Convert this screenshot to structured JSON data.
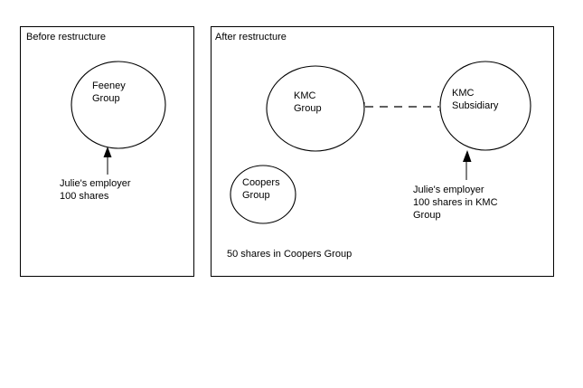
{
  "document": {
    "title": "Company restructure diagram",
    "background_color": "#ffffff",
    "line_color": "#000000",
    "text_color": "#000000"
  },
  "panels": [
    {
      "id": "before",
      "title": "Before restructure",
      "nodes": [
        {
          "id": "feeney-group",
          "shape": "ellipse",
          "label_lines": [
            "Feeney",
            "Group"
          ]
        }
      ],
      "annotations": [
        {
          "id": "julie-employer-before",
          "lines": [
            "Julie's employer",
            "100 shares"
          ],
          "points_to": "feeney-group",
          "connector": "arrow"
        }
      ]
    },
    {
      "id": "after",
      "title": "After restructure",
      "nodes": [
        {
          "id": "kmc-group",
          "shape": "ellipse",
          "label_lines": [
            "KMC",
            "Group"
          ]
        },
        {
          "id": "kmc-subsidiary",
          "shape": "ellipse",
          "label_lines": [
            "KMC",
            "Subsidiary"
          ]
        },
        {
          "id": "coopers-group",
          "shape": "ellipse",
          "label_lines": [
            "Coopers",
            "Group"
          ]
        }
      ],
      "links": [
        {
          "id": "kmc-group-to-subsidiary",
          "from": "kmc-group",
          "to": "kmc-subsidiary",
          "style": "dashed"
        }
      ],
      "annotations": [
        {
          "id": "julie-employer-after",
          "lines": [
            "Julie's employer",
            "100 shares in KMC",
            "Group"
          ],
          "points_to": "kmc-subsidiary",
          "connector": "arrow"
        },
        {
          "id": "coopers-shares-note",
          "lines": [
            "50 shares in Coopers Group"
          ],
          "points_to": null,
          "connector": "none"
        }
      ]
    }
  ],
  "text": {
    "before_title": "Before restructure",
    "after_title": "After restructure",
    "feeney_line1": "Feeney",
    "feeney_line2": "Group",
    "kmc_group_line1": "KMC",
    "kmc_group_line2": "Group",
    "kmc_sub_line1": "KMC",
    "kmc_sub_line2": "Subsidiary",
    "coopers_line1": "Coopers",
    "coopers_line2": "Group",
    "before_annot_line1": "Julie's employer",
    "before_annot_line2": "100 shares",
    "after_annot_line1": "Julie's employer",
    "after_annot_line2": "100 shares in KMC",
    "after_annot_line3": "Group",
    "coopers_note": "50 shares in Coopers Group"
  }
}
